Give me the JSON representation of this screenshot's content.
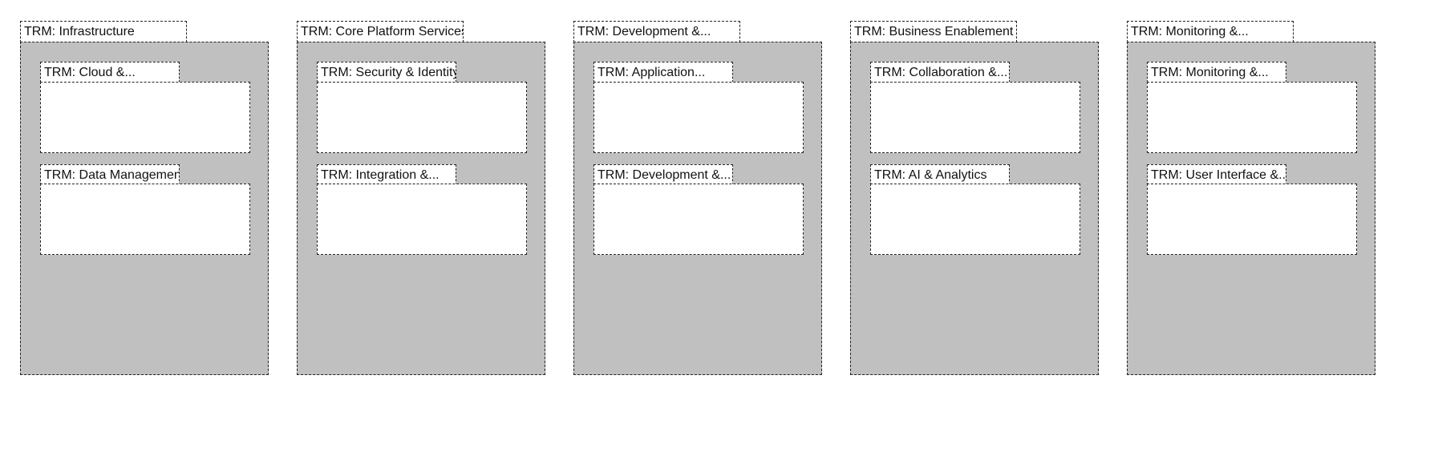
{
  "packages": [
    {
      "label": "TRM: Infrastructure",
      "children": [
        {
          "label": "TRM: Cloud &..."
        },
        {
          "label": "TRM: Data Management"
        }
      ]
    },
    {
      "label": "TRM: Core Platform Services",
      "children": [
        {
          "label": "TRM: Security & Identity"
        },
        {
          "label": "TRM: Integration &..."
        }
      ]
    },
    {
      "label": "TRM: Development &...",
      "children": [
        {
          "label": "TRM: Application..."
        },
        {
          "label": "TRM: Development &..."
        }
      ]
    },
    {
      "label": "TRM: Business Enablement",
      "children": [
        {
          "label": "TRM: Collaboration &..."
        },
        {
          "label": "TRM: AI & Analytics"
        }
      ]
    },
    {
      "label": "TRM: Monitoring &...",
      "children": [
        {
          "label": "TRM: Monitoring &..."
        },
        {
          "label": "TRM: User Interface &..."
        }
      ]
    }
  ],
  "colors": {
    "package_fill": "#c0c0c0",
    "child_fill": "#ffffff",
    "border": "#222222"
  }
}
